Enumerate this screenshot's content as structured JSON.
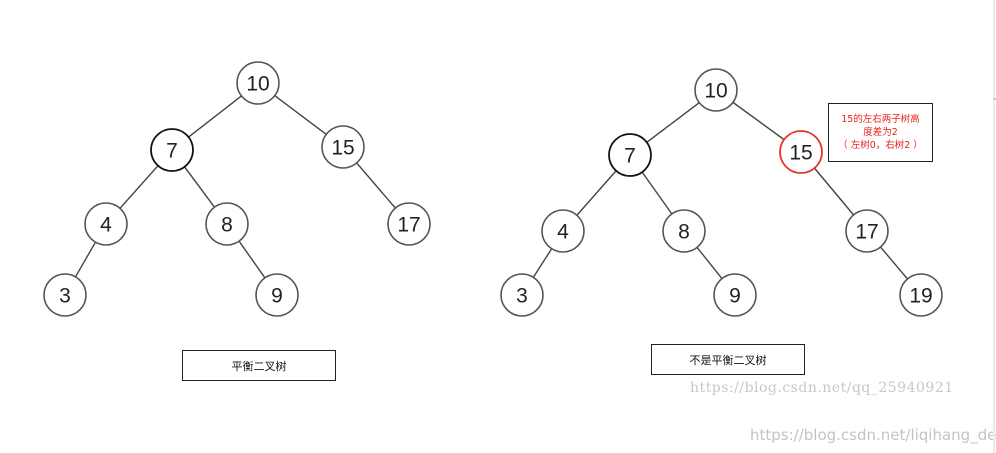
{
  "trees": [
    {
      "caption": "平衡二叉树",
      "nodes": [
        {
          "id": "10",
          "label": "10",
          "style": "normal"
        },
        {
          "id": "7",
          "label": "7",
          "style": "dark"
        },
        {
          "id": "15",
          "label": "15",
          "style": "normal"
        },
        {
          "id": "4",
          "label": "4",
          "style": "normal"
        },
        {
          "id": "8",
          "label": "8",
          "style": "normal"
        },
        {
          "id": "17",
          "label": "17",
          "style": "normal"
        },
        {
          "id": "3",
          "label": "3",
          "style": "normal"
        },
        {
          "id": "9",
          "label": "9",
          "style": "normal"
        }
      ],
      "edges": [
        [
          "10",
          "7"
        ],
        [
          "10",
          "15"
        ],
        [
          "7",
          "4"
        ],
        [
          "7",
          "8"
        ],
        [
          "15",
          "17"
        ],
        [
          "4",
          "3"
        ],
        [
          "8",
          "9"
        ]
      ]
    },
    {
      "caption": "不是平衡二叉树",
      "nodes": [
        {
          "id": "10",
          "label": "10",
          "style": "normal"
        },
        {
          "id": "7",
          "label": "7",
          "style": "dark"
        },
        {
          "id": "15",
          "label": "15",
          "style": "alert"
        },
        {
          "id": "4",
          "label": "4",
          "style": "normal"
        },
        {
          "id": "8",
          "label": "8",
          "style": "normal"
        },
        {
          "id": "17",
          "label": "17",
          "style": "normal"
        },
        {
          "id": "3",
          "label": "3",
          "style": "normal"
        },
        {
          "id": "9",
          "label": "9",
          "style": "normal"
        },
        {
          "id": "19",
          "label": "19",
          "style": "normal"
        }
      ],
      "edges": [
        [
          "10",
          "7"
        ],
        [
          "10",
          "15"
        ],
        [
          "7",
          "4"
        ],
        [
          "7",
          "8"
        ],
        [
          "15",
          "17"
        ],
        [
          "4",
          "3"
        ],
        [
          "8",
          "9"
        ],
        [
          "17",
          "19"
        ]
      ]
    }
  ],
  "note": {
    "lines": [
      "15的左右两子树高",
      "度差为2",
      "（ 左树0，右树2 ）"
    ],
    "color": "#e8201c"
  },
  "alert_color": "#e8312f",
  "watermarks": {
    "primary": "https://blog.csdn.net/qq_25940921",
    "secondary": "https://blog.csdn.net/liqihang_dev"
  }
}
